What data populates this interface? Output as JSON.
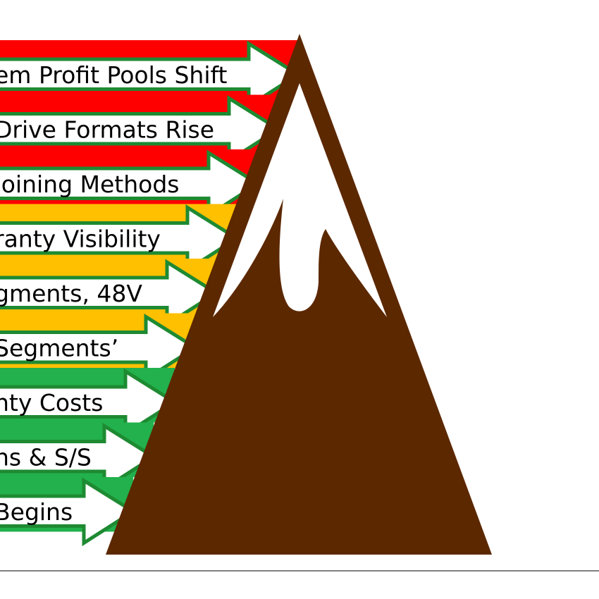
{
  "arrows": [
    {
      "text": "em Profit Pools Shift",
      "band": "red"
    },
    {
      "text": "Drive Formats Rise",
      "band": "red"
    },
    {
      "text": " Joining Methods",
      "band": "red"
    },
    {
      "text": "ranty Visibility",
      "band": "yellow"
    },
    {
      "text": "gments, 48V",
      "band": "yellow"
    },
    {
      "text": " Segments’",
      "band": "yellow"
    },
    {
      "text": "nty Costs",
      "band": "green"
    },
    {
      "text": "ns & S/S",
      "band": "green"
    },
    {
      "text": " Begins",
      "band": "green"
    }
  ],
  "colors": {
    "red": "#ff0000",
    "yellow": "#ffc000",
    "green": "#22b14c",
    "outline": "#1e8a32",
    "arrow_fill": "#ffffff",
    "mountain": "#5c2800",
    "snow": "#ffffff",
    "baseline": "#555555"
  }
}
